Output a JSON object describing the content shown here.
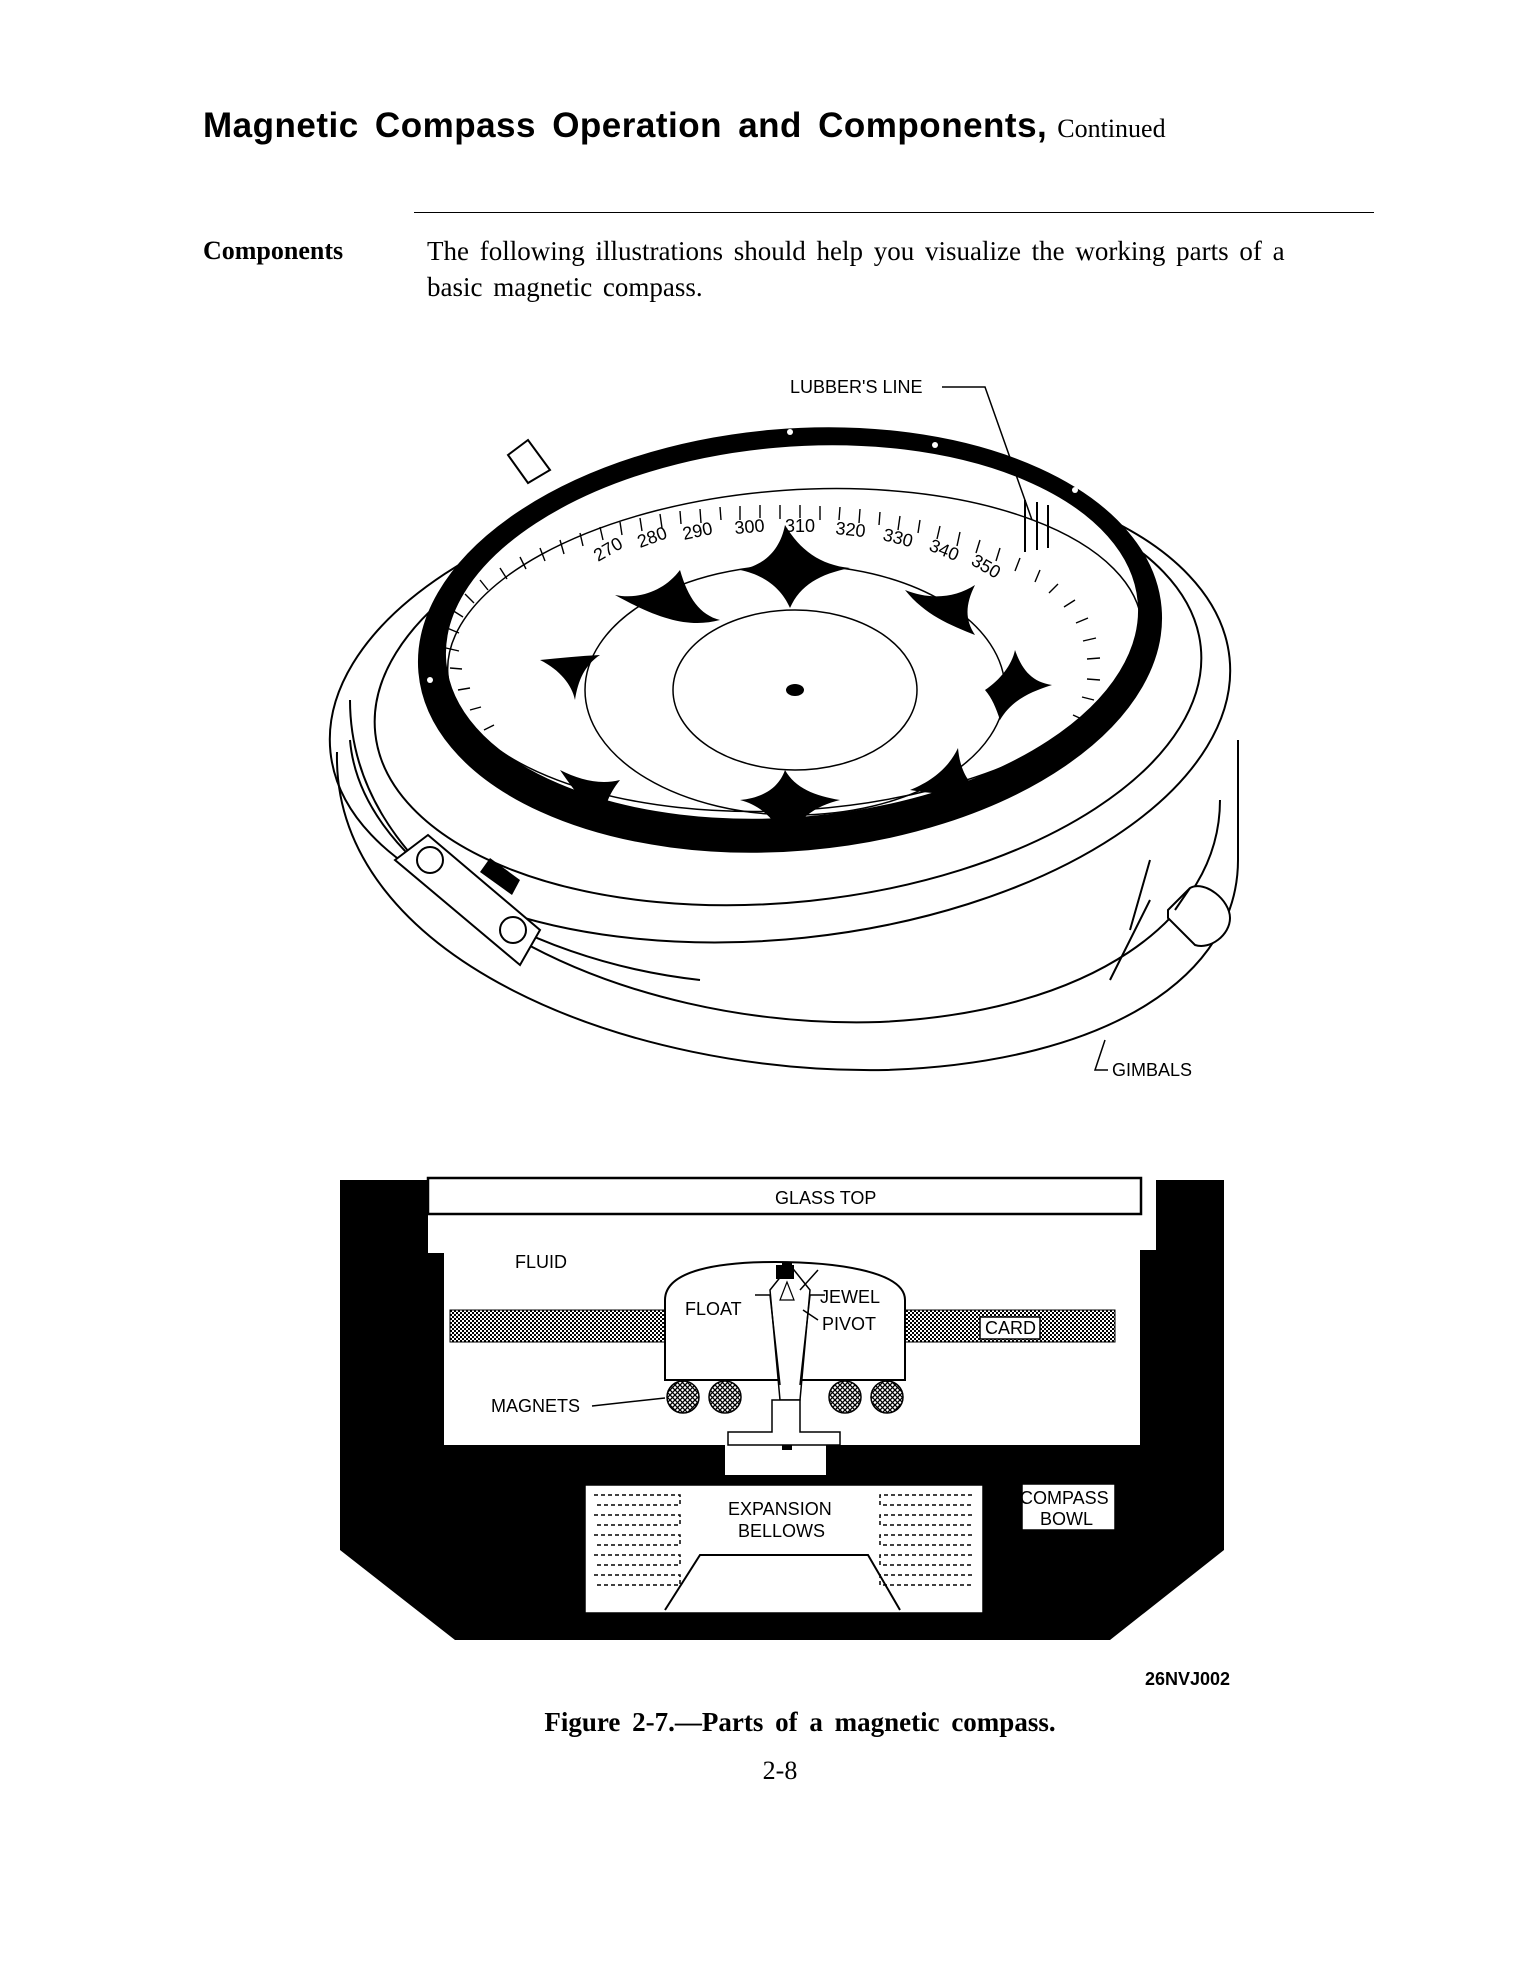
{
  "header": {
    "title": "Magnetic Compass Operation and Components,",
    "continued": "Continued"
  },
  "section": {
    "label": "Components",
    "text": "The following illustrations should help you visualize the working parts of a basic magnetic compass."
  },
  "figure_top": {
    "labels": {
      "lubbers_line": "LUBBER'S LINE",
      "gimbals": "GIMBALS"
    },
    "scale_numbers": [
      "270",
      "280",
      "290",
      "300",
      "310",
      "320",
      "330",
      "340",
      "350"
    ]
  },
  "figure_bottom": {
    "labels": {
      "glass_top": "GLASS TOP",
      "fluid": "FLUID",
      "float": "FLOAT",
      "jewel": "JEWEL",
      "pivot": "PIVOT",
      "card": "CARD",
      "magnets": "MAGNETS",
      "compass": "COMPASS",
      "bowl": "BOWL",
      "expansion": "EXPANSION",
      "bellows": "BELLOWS"
    },
    "code": "26NVJ002"
  },
  "caption": "Figure 2-7.—Parts of a magnetic compass.",
  "page_number": "2-8"
}
